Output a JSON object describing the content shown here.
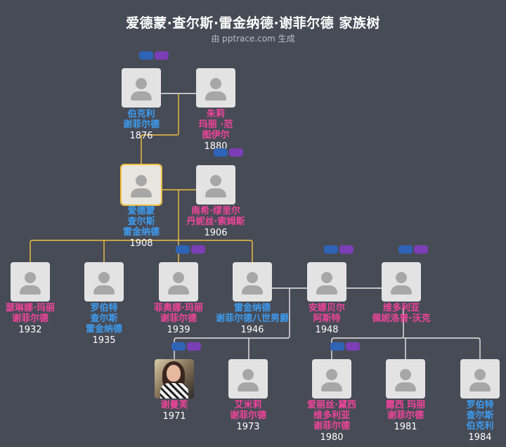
{
  "title": "爱德蒙·查尔斯·雷金纳德·谢菲尔德 家族树",
  "subtitle": "由 pptrace.com 生成",
  "colors": {
    "male": "#3d9cf0",
    "female": "#f0449b",
    "link": "#f0c040",
    "link_white": "#e8e8e8"
  },
  "people": [
    {
      "id": "p_bokeli",
      "lines": [
        "伯克利",
        "谢菲尔德"
      ],
      "year": "1876",
      "gender": "m",
      "photo": "silhouette"
    },
    {
      "id": "p_zhuli",
      "lines": [
        "朱莉",
        "玛丽 ·范",
        "图伊尔"
      ],
      "year": "1880",
      "gender": "f",
      "photo": "silhouette"
    },
    {
      "id": "p_edmund",
      "lines": [
        "爱德蒙",
        "查尔斯",
        "雷金纳德"
      ],
      "year": "1908",
      "gender": "m",
      "photo": "silhouette",
      "focus": true
    },
    {
      "id": "p_nancy",
      "lines": [
        "南希·缪里尔",
        "丹妮丝·索姆斯"
      ],
      "year": "1906",
      "gender": "f",
      "photo": "silhouette"
    },
    {
      "id": "p_selina",
      "lines": [
        "瑟琳娜·玛丽",
        "谢菲尔德"
      ],
      "year": "1932",
      "gender": "f",
      "photo": "silhouette"
    },
    {
      "id": "p_robert35",
      "lines": [
        "罗伯特",
        "查尔斯",
        "雷金纳德"
      ],
      "year": "1935",
      "gender": "m",
      "photo": "silhouette"
    },
    {
      "id": "p_fiona",
      "lines": [
        "菲奥娜·玛丽",
        "谢菲尔德"
      ],
      "year": "1939",
      "gender": "f",
      "photo": "silhouette"
    },
    {
      "id": "p_reginald",
      "lines": [
        "雷金纳德",
        "谢菲尔德八世男爵"
      ],
      "year": "1946",
      "gender": "m",
      "photo": "silhouette"
    },
    {
      "id": "p_annabel",
      "lines": [
        "安娜贝尔",
        "阿斯特"
      ],
      "year": "1948",
      "gender": "f",
      "photo": "silhouette"
    },
    {
      "id": "p_victoria",
      "lines": [
        "维多利亚",
        "佩妮洛普·沃克"
      ],
      "year": "",
      "gender": "f",
      "photo": "silhouette"
    },
    {
      "id": "p_samantha",
      "lines": [
        "谢曼芙"
      ],
      "year": "1971",
      "gender": "f",
      "photo": "real"
    },
    {
      "id": "p_emily",
      "lines": [
        "艾米莉",
        "谢菲尔德"
      ],
      "year": "1973",
      "gender": "f",
      "photo": "silhouette"
    },
    {
      "id": "p_alice",
      "lines": [
        "爱丽丝·黛西",
        "维多利亚",
        "谢菲尔德"
      ],
      "year": "1980",
      "gender": "f",
      "photo": "silhouette"
    },
    {
      "id": "p_lucy",
      "lines": [
        "露西 玛丽",
        "谢菲尔德"
      ],
      "year": "1981",
      "gender": "f",
      "photo": "silhouette"
    },
    {
      "id": "p_robert84",
      "lines": [
        "罗伯特",
        "查尔斯",
        "伯克利"
      ],
      "year": "1984",
      "gender": "m",
      "photo": "silhouette"
    }
  ]
}
